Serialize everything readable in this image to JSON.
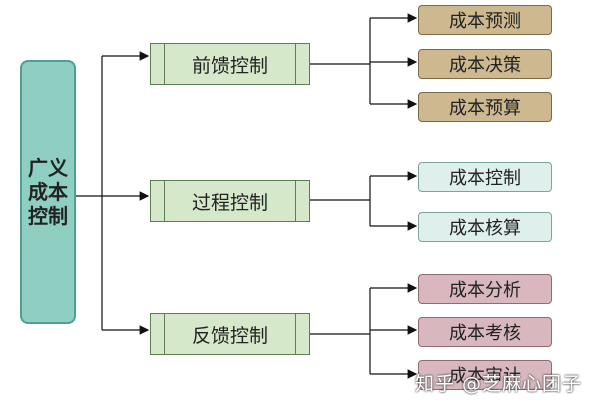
{
  "root": {
    "line1": "广义",
    "line2": "成本",
    "line3": "控制"
  },
  "branches": [
    {
      "label": "前馈控制",
      "children": [
        "成本预测",
        "成本决策",
        "成本预算"
      ]
    },
    {
      "label": "过程控制",
      "children": [
        "成本控制",
        "成本核算"
      ]
    },
    {
      "label": "反馈控制",
      "children": [
        "成本分析",
        "成本考核",
        "成本审计"
      ]
    }
  ],
  "colors": {
    "root": "#8ecfc1",
    "mid": "#d5e8c9",
    "group1": "#cdb88f",
    "group2": "#dff0ec",
    "group3": "#d8b8be",
    "line": "#111111"
  },
  "watermark": "知乎 @芝麻心团子"
}
